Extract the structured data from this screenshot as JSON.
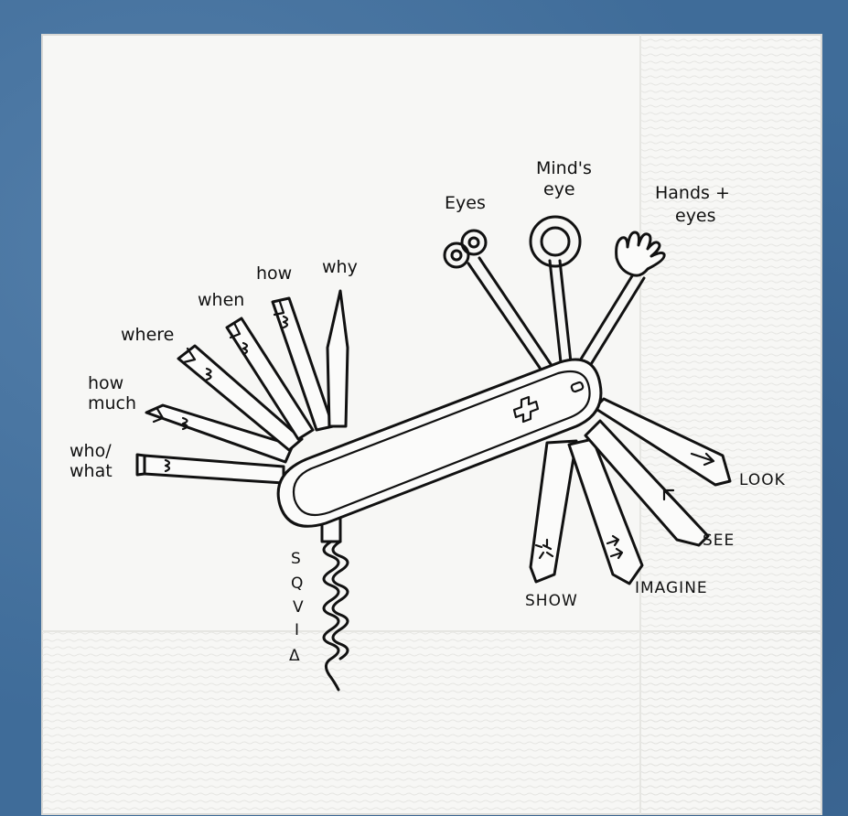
{
  "colors": {
    "background": "#3f6c99",
    "napkin": "#f7f7f5",
    "ink": "#111111"
  },
  "pencils": [
    {
      "id": "who-what",
      "label_lines": [
        "who/",
        "what"
      ]
    },
    {
      "id": "how-much",
      "label_lines": [
        "how",
        "much"
      ]
    },
    {
      "id": "where",
      "label_lines": [
        "where"
      ]
    },
    {
      "id": "when",
      "label_lines": [
        "when"
      ]
    },
    {
      "id": "how",
      "label_lines": [
        "how"
      ]
    },
    {
      "id": "why",
      "label_lines": [
        "why"
      ]
    }
  ],
  "eye_tools": [
    {
      "id": "eyes",
      "label_lines": [
        "Eyes"
      ]
    },
    {
      "id": "minds-eye",
      "label_lines": [
        "Mind's",
        "eye"
      ]
    },
    {
      "id": "hands-eyes",
      "label_lines": [
        "Hands +",
        "eyes"
      ]
    }
  ],
  "blades": [
    {
      "id": "look",
      "label": "LOOK"
    },
    {
      "id": "see",
      "label": "SEE"
    },
    {
      "id": "imagine",
      "label": "IMAGINE"
    },
    {
      "id": "show",
      "label": "SHOW"
    }
  ],
  "corkscrew_letters": [
    "S",
    "Q",
    "V",
    "I",
    "Δ"
  ]
}
